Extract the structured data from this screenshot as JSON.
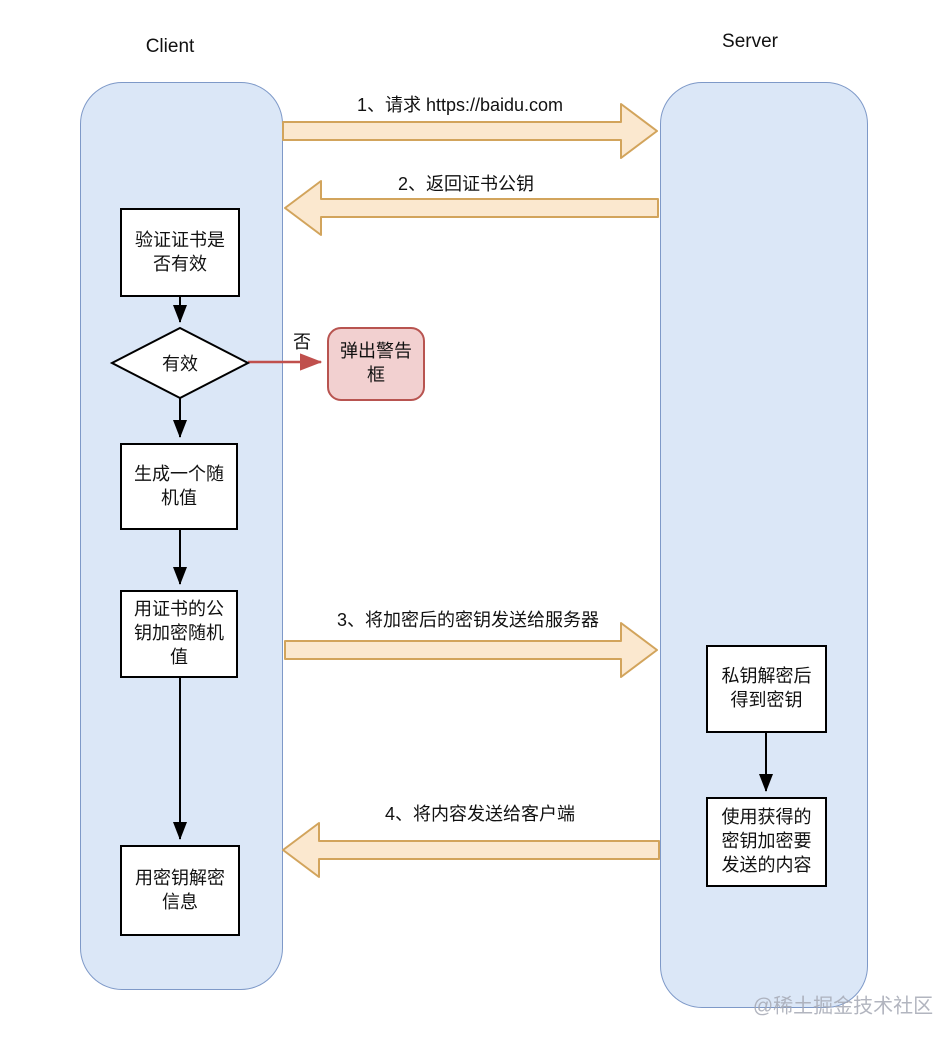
{
  "lanes": {
    "client": {
      "label": "Client"
    },
    "server": {
      "label": "Server"
    }
  },
  "messages": [
    {
      "label": "1、请求 https://baidu.com",
      "direction": "client-to-server"
    },
    {
      "label": "2、返回证书公钥",
      "direction": "server-to-client"
    },
    {
      "label": "3、将加密后的密钥发送给服务器",
      "direction": "client-to-server"
    },
    {
      "label": "4、将内容发送给客户端",
      "direction": "server-to-client"
    }
  ],
  "client_flow": {
    "verify": "验证证书是否有效",
    "decision": "有效",
    "decision_no": "否",
    "alert": "弹出警告框",
    "random": "生成一个随机值",
    "encrypt": "用证书的公钥加密随机值",
    "decrypt": "用密钥解密信息"
  },
  "server_flow": {
    "decrypt_key": "私钥解密后得到密钥",
    "encrypt_content": "使用获得的密钥加密要发送的内容"
  },
  "watermark": "@稀土掘金技术社区",
  "colors": {
    "lane_fill": "#dbe7f7",
    "lane_border": "#7e99c8",
    "arrow_fill": "#fbe8cf",
    "arrow_border": "#d2a45c",
    "box_border": "#000000",
    "alert_fill": "#f2d0d0",
    "alert_border": "#b85450",
    "no_arrow": "#c0504d",
    "watermark_gray": "#a5a8b4"
  }
}
